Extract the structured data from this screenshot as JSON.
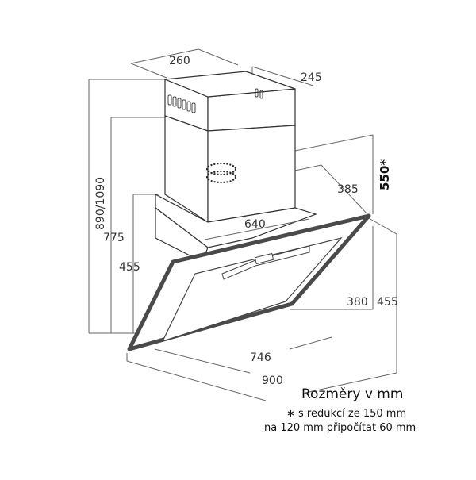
{
  "colors": {
    "line": "#555555",
    "outline": "#333333",
    "glass_frame": "#4a4a4a",
    "text": "#333333"
  },
  "dimensions": {
    "chimney_width": "260",
    "chimney_depth": "245",
    "height_total": "890/1090",
    "height_to_chimney": "775",
    "height_body": "455",
    "reducer": "550*",
    "depth_top": "385",
    "inner_width": "640",
    "glass_height": "380",
    "front_height": "455",
    "glass_width": "746",
    "total_width": "900"
  },
  "legend": {
    "title": "Rozměry v mm",
    "line1": "∗ s redukcí ze 150 mm",
    "line2": "na 120 mm připočítat 60 mm"
  }
}
